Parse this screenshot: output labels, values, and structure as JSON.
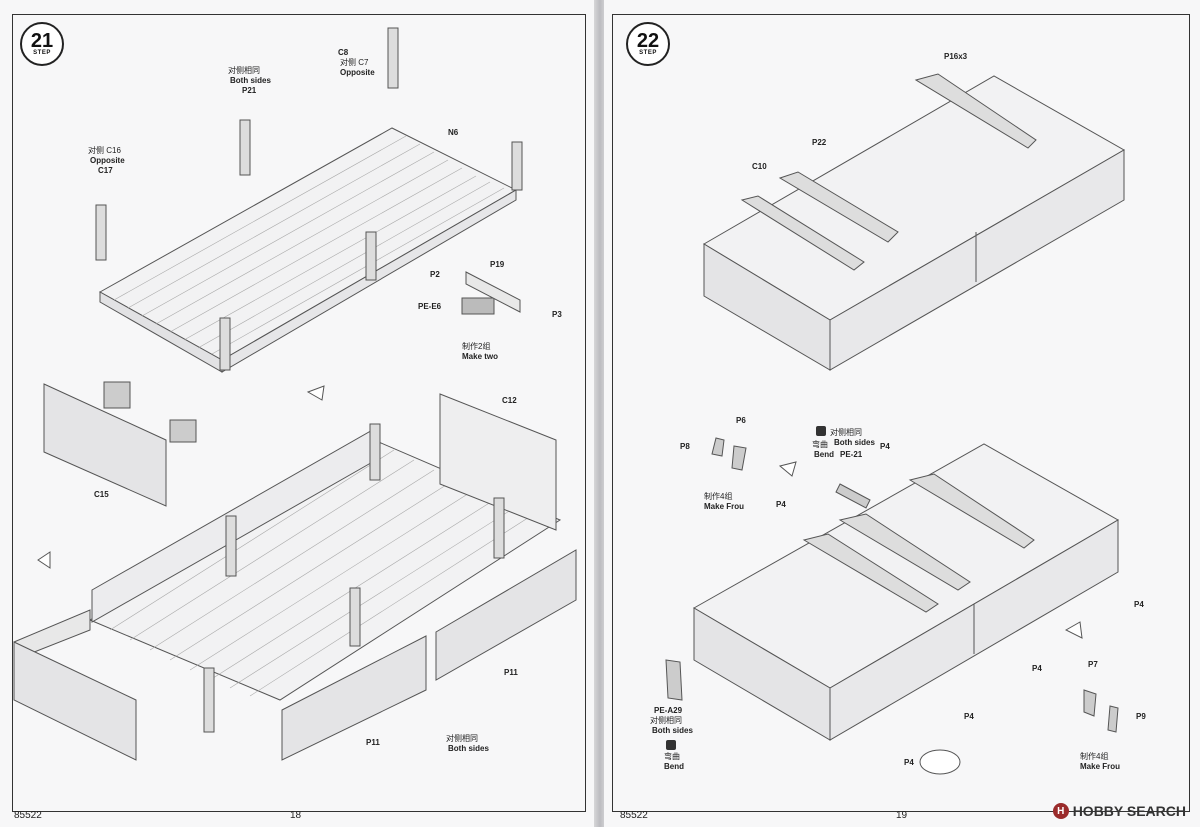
{
  "pages": {
    "left": {
      "step": {
        "number": "21",
        "label": "STEP"
      },
      "labels": {
        "c8": "C8",
        "c7": "对侧 C7",
        "c7_opp": "Opposite",
        "p21_cn": "对侧相同",
        "p21_en": "Both sides",
        "p21": "P21",
        "n6": "N6",
        "c16": "对侧 C16",
        "c16_opp": "Opposite",
        "c17": "C17",
        "p2": "P2",
        "p19": "P19",
        "pe_e6": "PE-E6",
        "p3": "P3",
        "make_cn": "制作2组",
        "make_en": "Make two",
        "c12": "C12",
        "c15": "C15",
        "p11a": "P11",
        "p11b": "P11",
        "both_cn": "对侧相同",
        "both_en": "Both sides"
      },
      "footer": {
        "code": "85522",
        "page": "18"
      }
    },
    "right": {
      "step": {
        "number": "22",
        "label": "STEP"
      },
      "labels": {
        "p16x3": "P16x3",
        "p22": "P22",
        "c10": "C10",
        "p6": "P6",
        "p8": "P8",
        "both_cn": "对侧相同",
        "both_en": "Both sides",
        "bend_cn": "弯曲",
        "bend_en": "Bend",
        "pe21": "PE-21",
        "p4_top": "P4",
        "make_cn": "制作4组",
        "make_en": "Make Frou",
        "p4_a": "P4",
        "p4_b": "P4",
        "p4_c": "P4",
        "p4_d": "P4",
        "p4_e": "P4",
        "pe_a29": "PE-A29",
        "both2_cn": "对侧相同",
        "both2_en": "Both sides",
        "bend2_cn": "弯曲",
        "bend2_en": "Bend",
        "p7": "P7",
        "p9": "P9",
        "make2_cn": "制作4组",
        "make2_en": "Make Frou"
      },
      "footer": {
        "code": "85522",
        "page": "19"
      }
    }
  },
  "watermark": {
    "text": "HOBBY SEARCH",
    "mark": "H"
  }
}
